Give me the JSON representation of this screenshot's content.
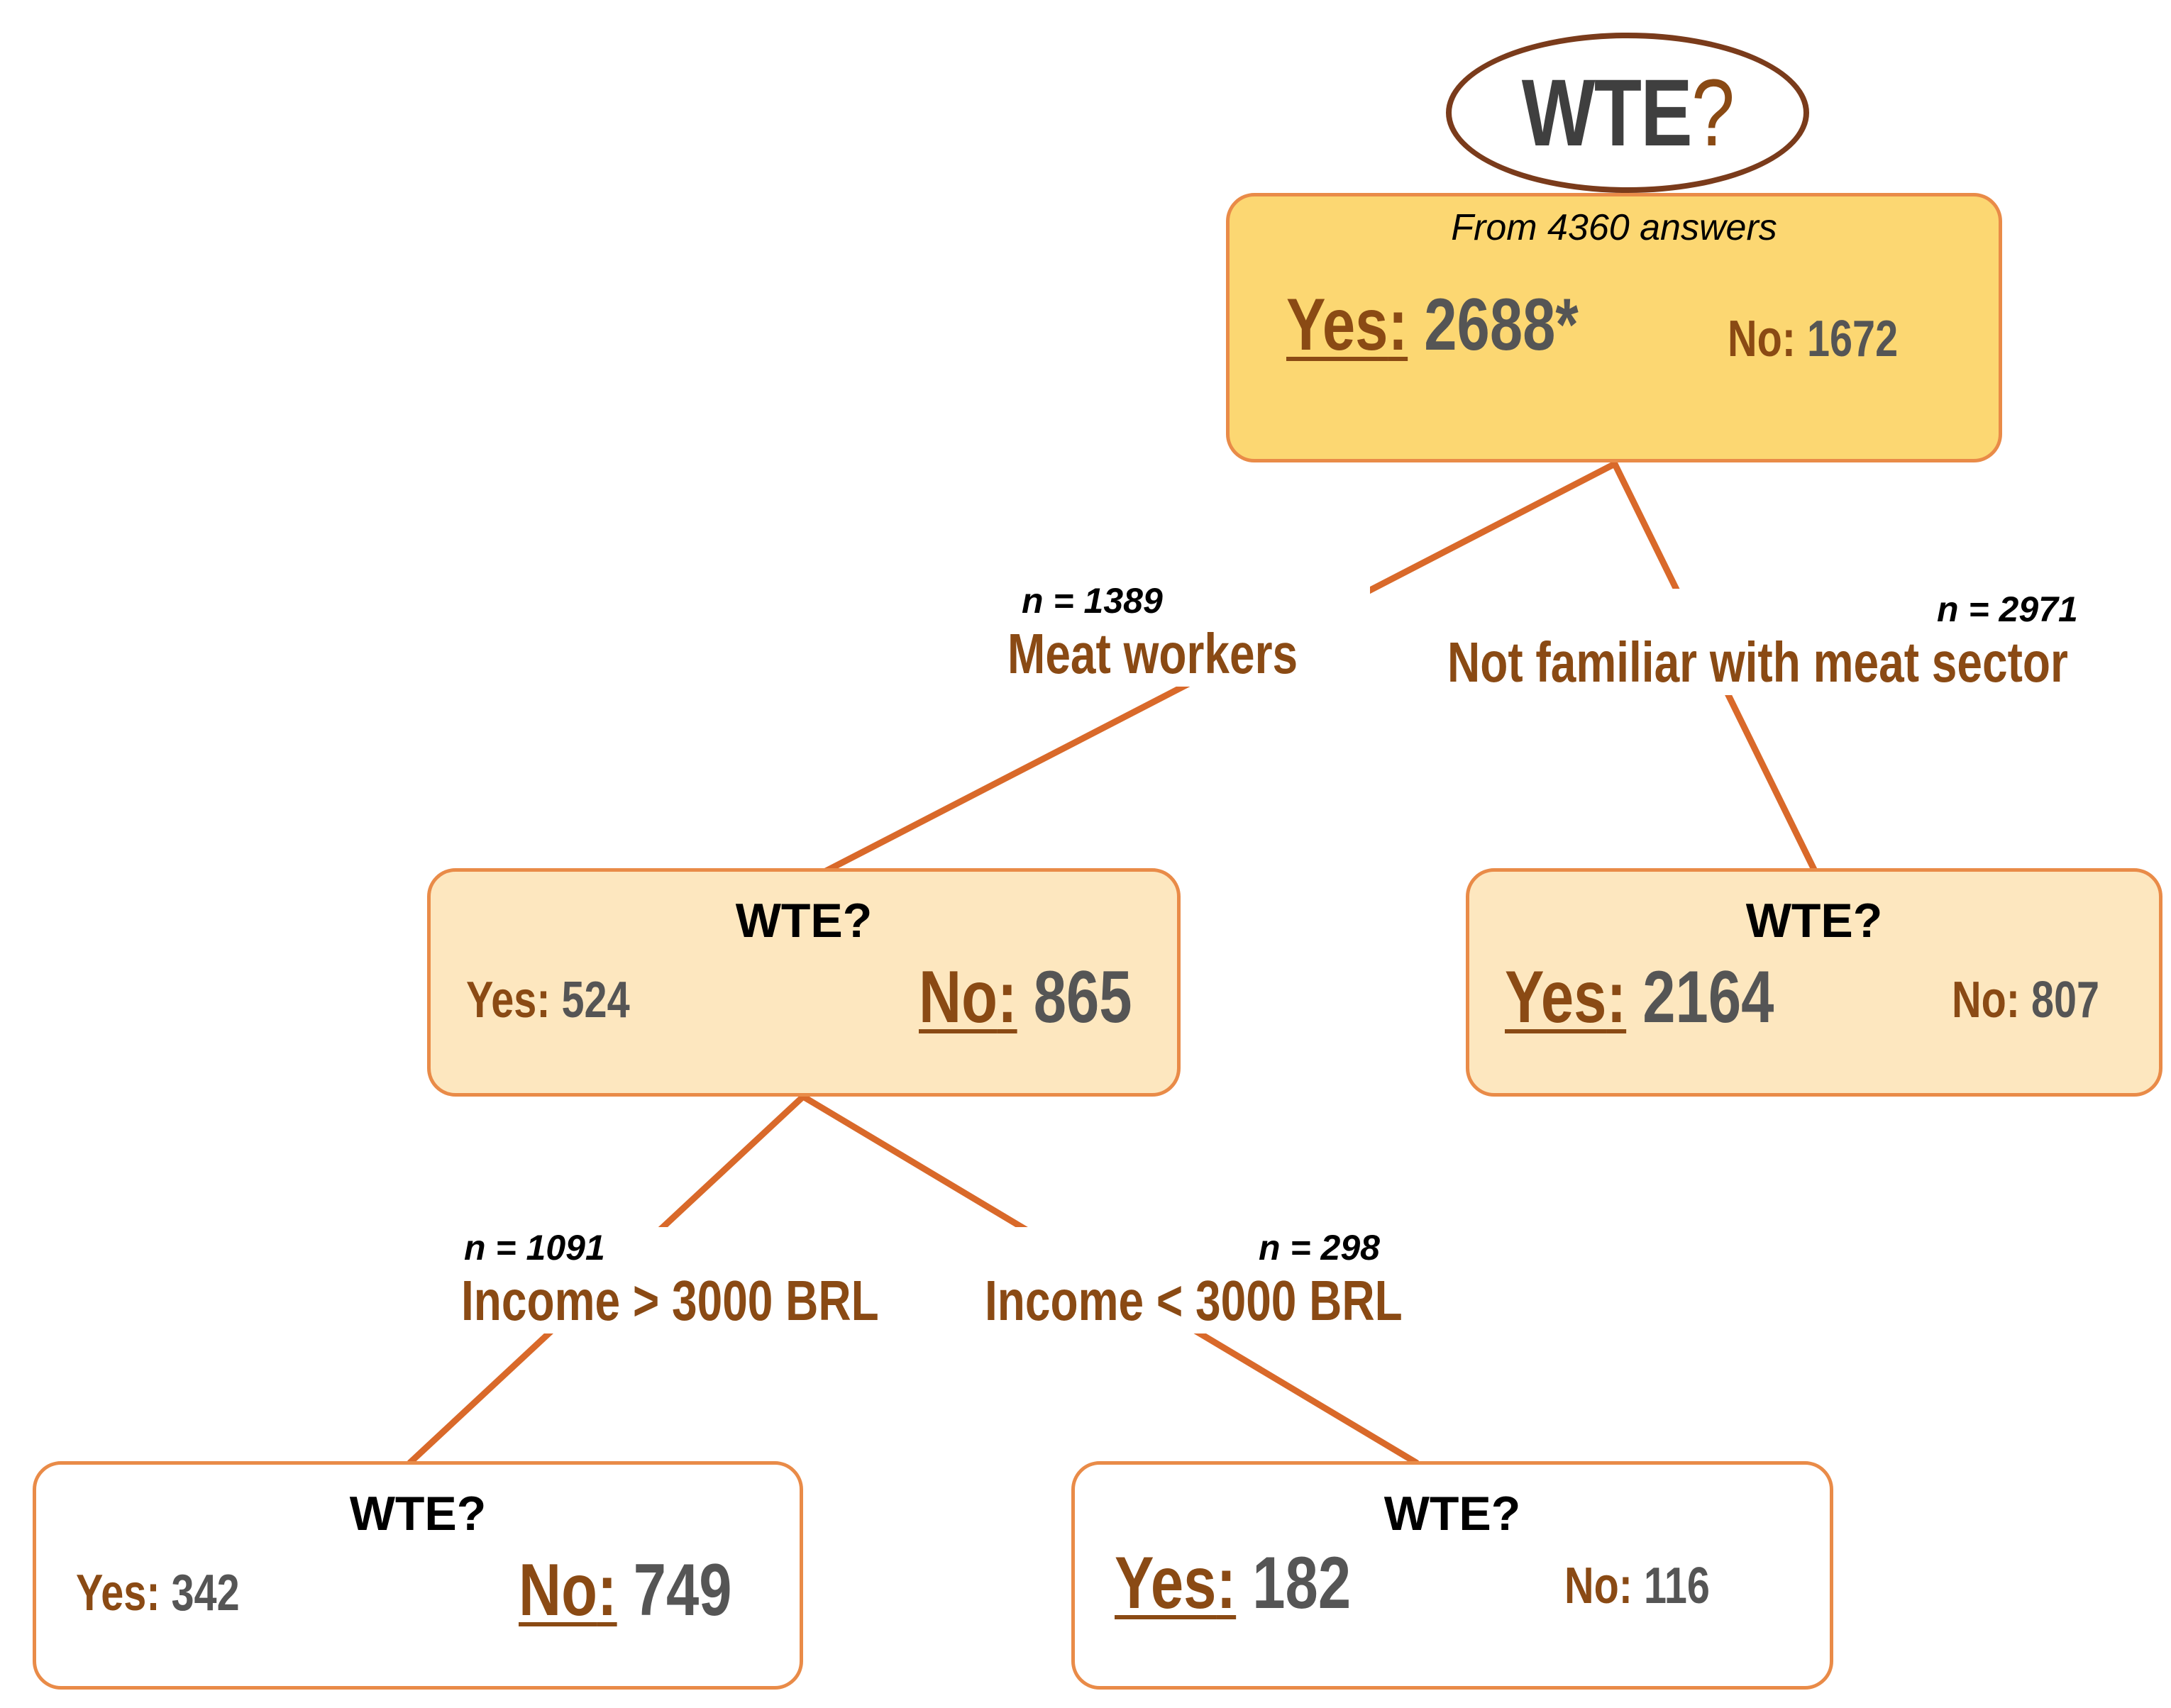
{
  "title": {
    "text": "WTE",
    "mark": "?"
  },
  "colors": {
    "line": "#d9692a",
    "accent_text": "#8a4a14",
    "value_text": "#555555",
    "root_fill": "#fcd772",
    "mid_fill": "#fde7bf",
    "leaf_fill": "#ffffff",
    "box_border": "#e98b48"
  },
  "root": {
    "caption": "From 4360 answers",
    "yes_label": "Yes",
    "yes_value": "2688*",
    "no_label": "No",
    "no_value": "1672"
  },
  "branches": {
    "meat_workers": {
      "n": "n = 1389",
      "label": "Meat workers"
    },
    "not_familiar": {
      "n": "n = 2971",
      "label": "Not familiar with meat sector"
    },
    "income_high": {
      "n": "n = 1091",
      "label": "Income > 3000 BRL"
    },
    "income_low": {
      "n": "n = 298",
      "label": "Income < 3000 BRL"
    }
  },
  "nodes": {
    "meat_workers": {
      "heading": "WTE?",
      "yes_label": "Yes",
      "yes_value": "524",
      "no_label": "No",
      "no_value": "865"
    },
    "not_familiar": {
      "heading": "WTE?",
      "yes_label": "Yes",
      "yes_value": "2164",
      "no_label": "No",
      "no_value": "807"
    },
    "income_high": {
      "heading": "WTE?",
      "yes_label": "Yes",
      "yes_value": "342",
      "no_label": "No",
      "no_value": "749"
    },
    "income_low": {
      "heading": "WTE?",
      "yes_label": "Yes",
      "yes_value": "182",
      "no_label": "No",
      "no_value": "116"
    }
  }
}
